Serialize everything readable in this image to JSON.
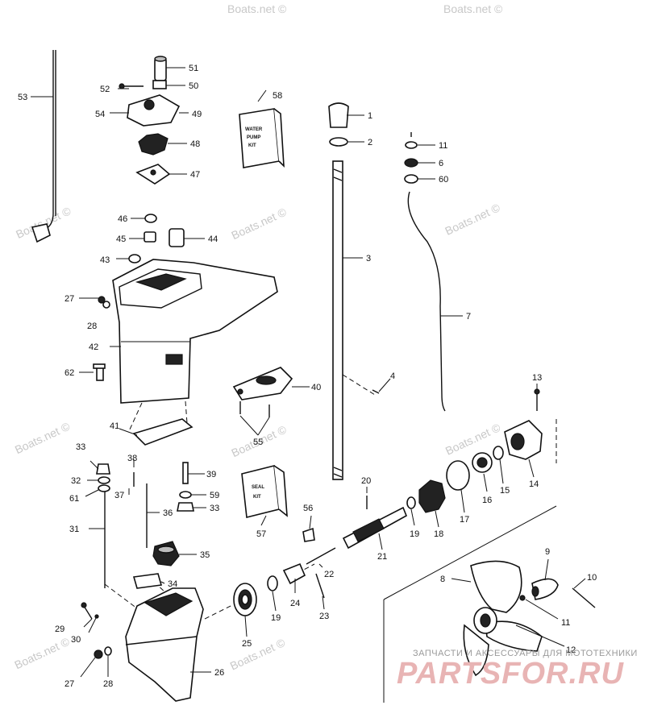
{
  "watermark": "Boats.net ©",
  "kits": {
    "water_pump_kit": [
      "WATER",
      "PUMP",
      "KIT"
    ],
    "seal_kit": [
      "SEAL",
      "KIT"
    ]
  },
  "brand": {
    "subtitle": "ЗАПЧАСТИ И АКСЕССУАРЫ ДЛЯ МОТОТЕХНИКИ",
    "name": "PARTSFOR.RU"
  },
  "callouts": {
    "c1": "1",
    "c2": "2",
    "c3": "3",
    "c4": "4",
    "c6": "6",
    "c7": "7",
    "c8": "8",
    "c9": "9",
    "c10": "10",
    "c11a": "11",
    "c11b": "11",
    "c12": "12",
    "c13": "13",
    "c14": "14",
    "c15": "15",
    "c16": "16",
    "c17": "17",
    "c18": "18",
    "c19a": "19",
    "c19b": "19",
    "c20": "20",
    "c21": "21",
    "c22": "22",
    "c23": "23",
    "c24": "24",
    "c25": "25",
    "c26": "26",
    "c27a": "27",
    "c27b": "27",
    "c28a": "28",
    "c28b": "28",
    "c29": "29",
    "c30": "30",
    "c31": "31",
    "c32": "32",
    "c33a": "33",
    "c33b": "33",
    "c34": "34",
    "c35": "35",
    "c36": "36",
    "c37": "37",
    "c38": "38",
    "c39": "39",
    "c40": "40",
    "c41": "41",
    "c42": "42",
    "c43": "43",
    "c44": "44",
    "c45": "45",
    "c46": "46",
    "c47": "47",
    "c48": "48",
    "c49": "49",
    "c50": "50",
    "c51": "51",
    "c52": "52",
    "c53": "53",
    "c54": "54",
    "c55": "55",
    "c56": "56",
    "c57": "57",
    "c58": "58",
    "c59": "59",
    "c60": "60",
    "c61": "61",
    "c62": "62"
  }
}
